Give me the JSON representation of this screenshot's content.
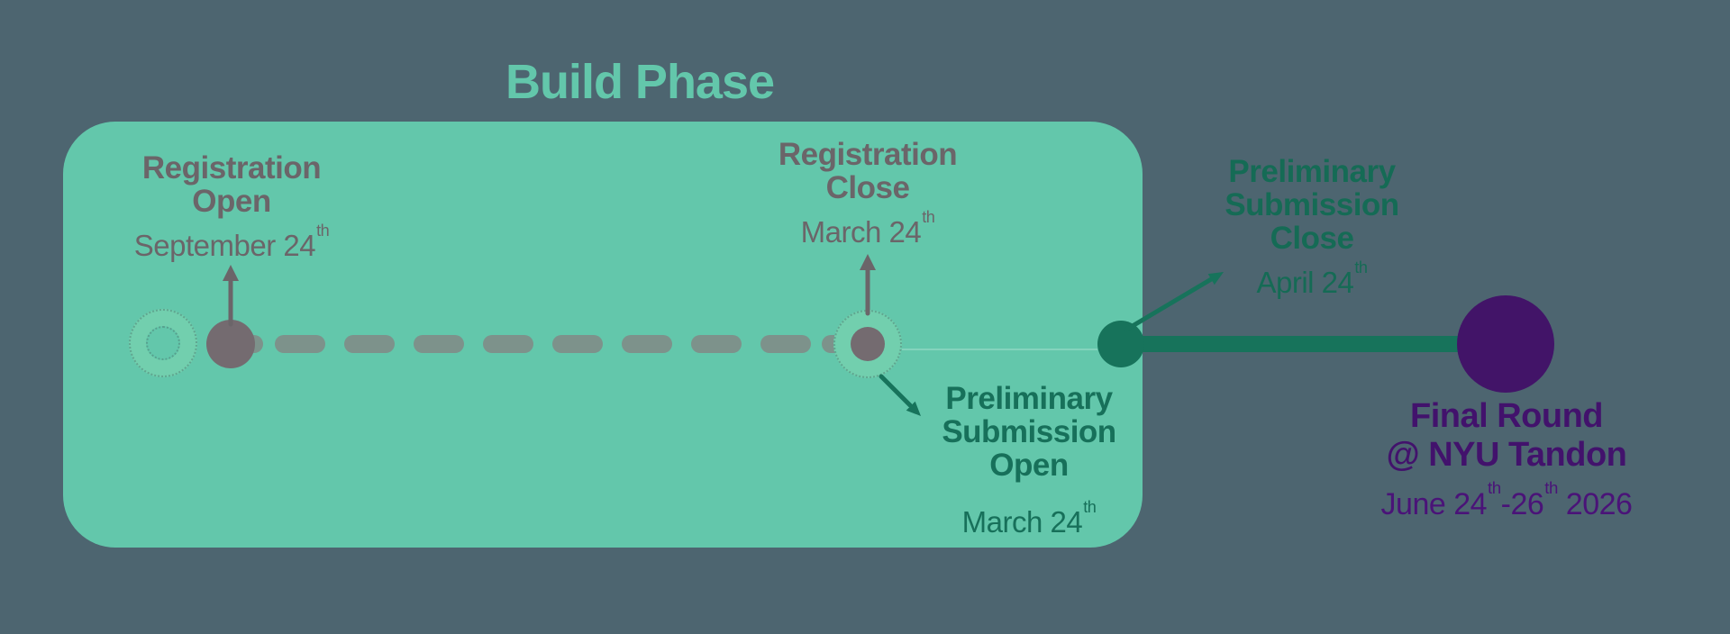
{
  "title": "Build Phase",
  "colors": {
    "background": "#4D6570",
    "phase_box": "#63C7AB",
    "halo": "#72CFAE",
    "gray_text": "#6B6569",
    "gray_dot": "#746B70",
    "dash": "#7D928B",
    "teal_text": "#17705A",
    "teal_text_dark": "#156B55",
    "teal_node": "#17735B",
    "purple_node": "#421468",
    "purple_text": "#42126C",
    "purple_date": "#4A1378"
  },
  "icons": {
    "up_arrow": "↑",
    "down_right_arrow": "↘",
    "up_right_arrow": "↗"
  },
  "timeline": {
    "registration_open": {
      "line1": "Registration",
      "line2": "Open",
      "date": [
        {
          "t": "September 24"
        },
        {
          "sup": "th"
        }
      ]
    },
    "registration_close": {
      "line1": "Registration",
      "line2": "Close",
      "date": [
        {
          "t": "March 24"
        },
        {
          "sup": "th"
        }
      ]
    },
    "prelim_open": {
      "line1": "Preliminary",
      "line2": "Submission",
      "line3": "Open",
      "date": [
        {
          "t": "March 24"
        },
        {
          "sup": "th"
        }
      ]
    },
    "prelim_close": {
      "line1": "Preliminary",
      "line2": "Submission",
      "line3": "Close",
      "date": [
        {
          "t": "April 24"
        },
        {
          "sup": "th"
        }
      ]
    },
    "final": {
      "line1": "Final Round",
      "line2": "@ NYU Tandon",
      "date": [
        {
          "t": "June 24"
        },
        {
          "sup": "th"
        },
        {
          "t": "-26"
        },
        {
          "sup": "th"
        },
        {
          "t": " 2026"
        }
      ]
    }
  }
}
